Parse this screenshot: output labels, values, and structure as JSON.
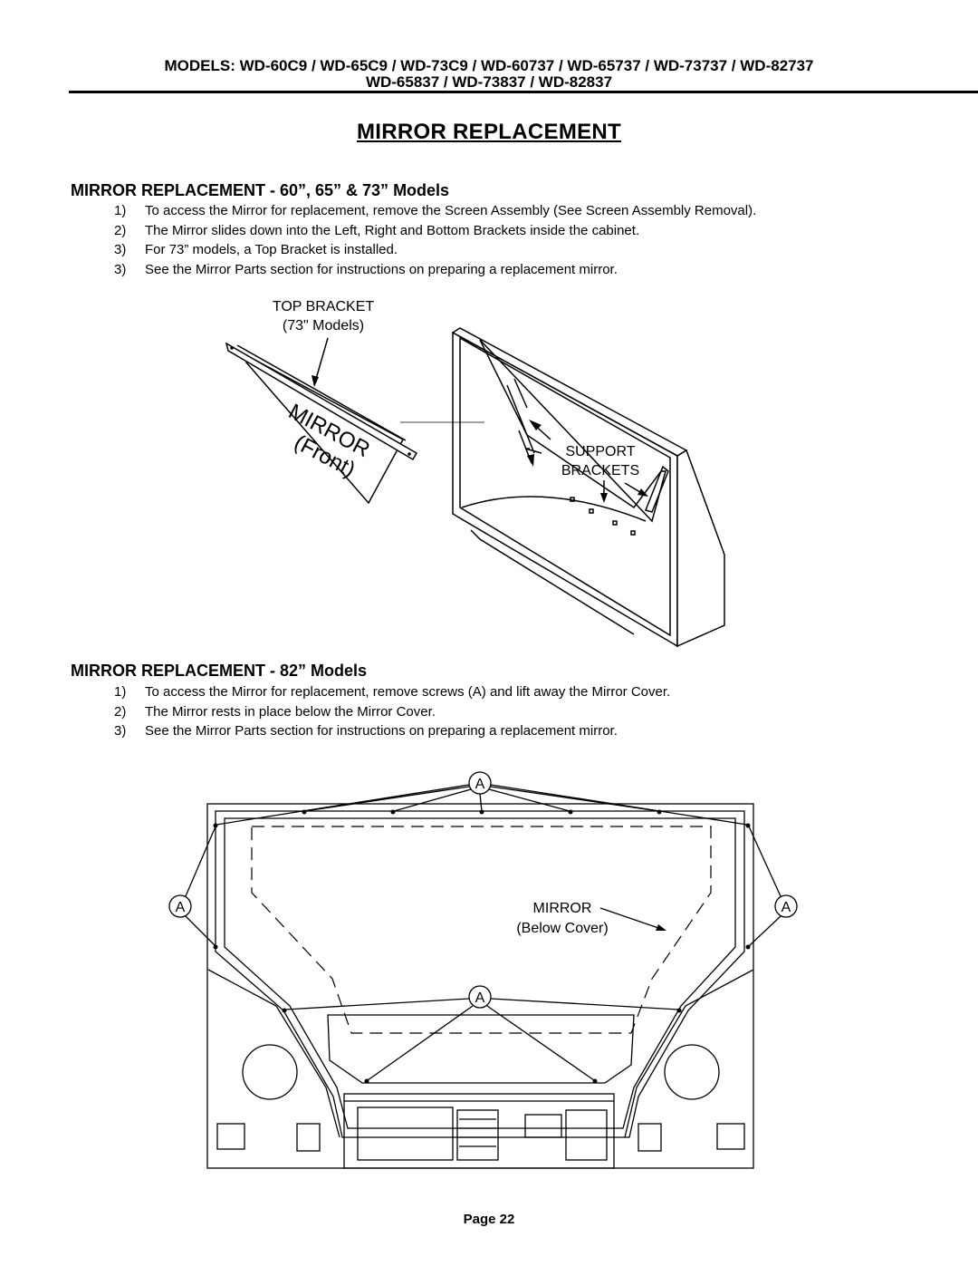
{
  "header": {
    "models_line1": "MODELS: WD-60C9 / WD-65C9 / WD-73C9 / WD-60737 / WD-65737 / WD-73737 / WD-82737",
    "models_line2": "WD-65837 / WD-73837 / WD-82837"
  },
  "title": "MIRROR REPLACEMENT",
  "section1": {
    "heading": "MIRROR REPLACEMENT - 60”, 65” & 73” Models",
    "steps": [
      {
        "num": "1)",
        "text": "To access the Mirror for replacement, remove the Screen Assembly (See Screen Assembly Removal)."
      },
      {
        "num": "2)",
        "text": "The Mirror slides down into the Left, Right and Bottom Brackets inside the cabinet."
      },
      {
        "num": "3)",
        "text": "For 73” models, a Top Bracket is installed."
      },
      {
        "num": "3)",
        "text": "See the Mirror Parts section for instructions on preparing a replacement mirror."
      }
    ],
    "figure": {
      "top_bracket_label": "TOP BRACKET",
      "top_bracket_sub": "(73\" Models)",
      "mirror_label": "MIRROR",
      "mirror_sub": "(Front)",
      "support_label": "SUPPORT",
      "brackets_label": "BRACKETS"
    }
  },
  "section2": {
    "heading": "MIRROR REPLACEMENT - 82” Models",
    "steps": [
      {
        "num": "1)",
        "text": "To access the Mirror for replacement, remove screws (A) and lift away the Mirror Cover."
      },
      {
        "num": "2)",
        "text": "The Mirror rests in place below the Mirror Cover."
      },
      {
        "num": "3)",
        "text": "See the Mirror Parts section for instructions on preparing a replacement mirror."
      }
    ],
    "figure": {
      "screw_label": "A",
      "mirror_label": "MIRROR",
      "mirror_sub": "(Below Cover)"
    }
  },
  "footer": {
    "page": "Page 22"
  }
}
